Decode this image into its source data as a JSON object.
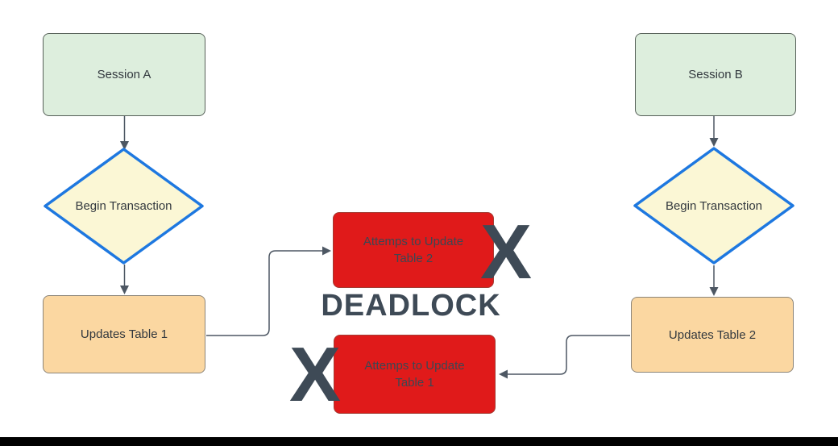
{
  "colors": {
    "node_green": "#ddeedd",
    "border_green": "#566058",
    "node_yellow": "#fbf7d5",
    "border_blue": "#1e78e0",
    "node_orange": "#fbd7a1",
    "border_orange": "#8c8579",
    "node_red": "#e01a1a",
    "border_red": "#a33b33",
    "slate": "#3e4a56",
    "connector": "#4d5763",
    "label_text": "#32383e",
    "red_label_text": "#3c4752",
    "footer_black": "#000000"
  },
  "nodes": {
    "session_a": {
      "label": "Session A"
    },
    "session_b": {
      "label": "Session B"
    },
    "begin_tx_a": {
      "label": "Begin Transaction"
    },
    "begin_tx_b": {
      "label": "Begin Transaction"
    },
    "updates_t1": {
      "label": "Updates Table 1"
    },
    "updates_t2": {
      "label": "Updates Table 2"
    },
    "attempt_t2": {
      "line1": "Attemps to Update",
      "line2": "Table 2"
    },
    "attempt_t1": {
      "line1": "Attemps to Update",
      "line2": "Table 1"
    }
  },
  "annotations": {
    "deadlock": "DEADLOCK",
    "x_mark": "X"
  }
}
